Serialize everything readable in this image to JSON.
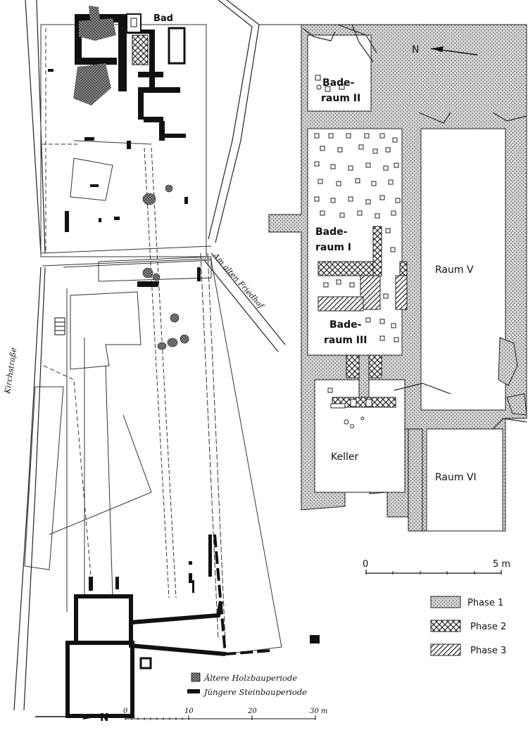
{
  "left_plan": {
    "label_bad": "Bad",
    "street_kirchstrasse": "Kirchstraße",
    "street_alter_friedhof": "Am alten Friedhof",
    "legend": [
      {
        "label": "Ältere Holzbauperiode",
        "symbol": "stippled"
      },
      {
        "label": "Jüngere Steinbauperiode",
        "symbol": "black"
      }
    ],
    "north": "N",
    "scale": {
      "ticks": [
        "0",
        "10",
        "20"
      ],
      "end_label": "30 m"
    }
  },
  "right_plan": {
    "north": "N",
    "rooms": {
      "baderaum_2": [
        "Bade-",
        "raum II"
      ],
      "baderaum_1": [
        "Bade-",
        "raum I"
      ],
      "baderaum_3": [
        "Bade-",
        "raum III"
      ],
      "raum_5": "Raum V",
      "raum_6": "Raum VI",
      "keller": "Keller"
    },
    "scale": {
      "start": "0",
      "end": "5 m"
    },
    "legend": [
      {
        "label": "Phase 1",
        "pattern": "stipple"
      },
      {
        "label": "Phase 2",
        "pattern": "crosshatch"
      },
      {
        "label": "Phase 3",
        "pattern": "hatch"
      }
    ]
  },
  "colors": {
    "ink": "#111111",
    "stipple_base": "#d6d6d6",
    "paper": "#ffffff"
  }
}
